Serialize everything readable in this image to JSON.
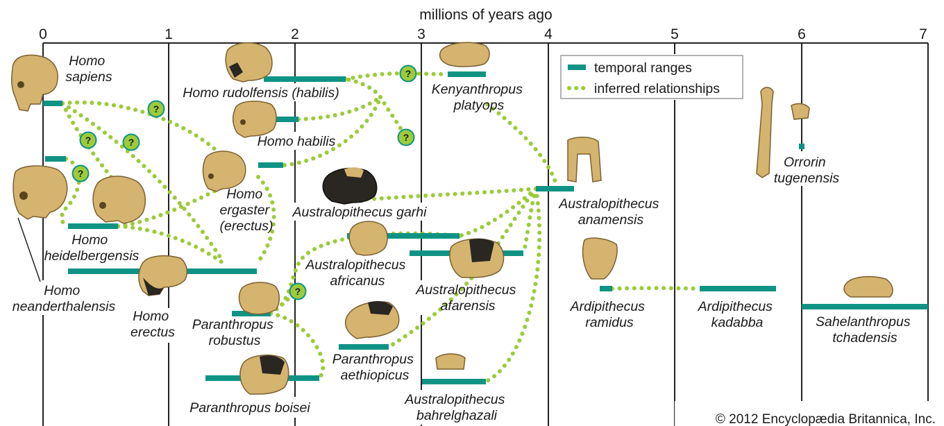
{
  "axis": {
    "title": "millions of years ago",
    "ticks": [
      "0",
      "1",
      "2",
      "3",
      "4",
      "5",
      "6",
      "7"
    ]
  },
  "legend": {
    "temporal_label": "temporal ranges",
    "inferred_label": "inferred relationships"
  },
  "colors": {
    "range_bar": "#0f9384",
    "relationship": "#9ccb3b",
    "question_fill": "#9ccb3b",
    "skull_bone": "#d4b46e",
    "skull_dark": "#2a2622"
  },
  "question_mark": "?",
  "species": {
    "homo_sapiens": [
      "Homo",
      "sapiens"
    ],
    "homo_neanderthalensis": [
      "Homo",
      "neanderthalensis"
    ],
    "homo_heidelbergensis": [
      "Homo",
      "heidelbergensis"
    ],
    "homo_erectus": [
      "Homo",
      "erectus"
    ],
    "homo_ergaster": [
      "Homo",
      "ergaster",
      "(erectus)"
    ],
    "homo_rudolfensis": [
      "Homo rudolfensis (habilis)"
    ],
    "homo_habilis": [
      "Homo habilis"
    ],
    "kenyanthropus_platyops": [
      "Kenyanthropus",
      "platyops"
    ],
    "australopithecus_garhi": [
      "Australopithecus garhi"
    ],
    "australopithecus_africanus": [
      "Australopithecus",
      "africanus"
    ],
    "australopithecus_afarensis": [
      "Australopithecus",
      "afarensis"
    ],
    "australopithecus_anamensis": [
      "Australopithecus",
      "anamensis"
    ],
    "australopithecus_bahrelghazali": [
      "Australopithecus",
      "bahrelghazali"
    ],
    "paranthropus_robustus": [
      "Paranthropus",
      "robustus"
    ],
    "paranthropus_aethiopicus": [
      "Paranthropus",
      "aethiopicus"
    ],
    "paranthropus_boisei": [
      "Paranthropus boisei"
    ],
    "ardipithecus_ramidus": [
      "Ardipithecus",
      "ramidus"
    ],
    "ardipithecus_kadabba": [
      "Ardipithecus",
      "kadabba"
    ],
    "orrorin_tugenensis": [
      "Orrorin",
      "tugenensis"
    ],
    "sahelanthropus_tchadensis": [
      "Sahelanthropus",
      "tchadensis"
    ]
  },
  "credit": "© 2012 Encyclopædia Britannica, Inc."
}
